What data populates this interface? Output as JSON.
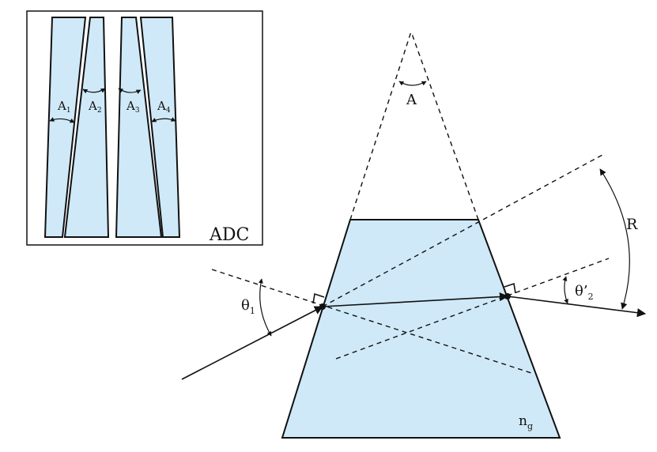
{
  "inset": {
    "title": "ADC",
    "angles": [
      {
        "base": "A",
        "sub": "1"
      },
      {
        "base": "A",
        "sub": "2"
      },
      {
        "base": "A",
        "sub": "3"
      },
      {
        "base": "A",
        "sub": "4"
      }
    ]
  },
  "prism": {
    "apex_angle": "A",
    "incidence": {
      "base": "θ",
      "sub": "1"
    },
    "exit": {
      "base": "θ’",
      "sub": "2"
    },
    "deviation": "R",
    "index": {
      "base": "n",
      "sub": "g"
    }
  },
  "colors": {
    "glass": "#cfe9f8",
    "line": "#111111"
  }
}
